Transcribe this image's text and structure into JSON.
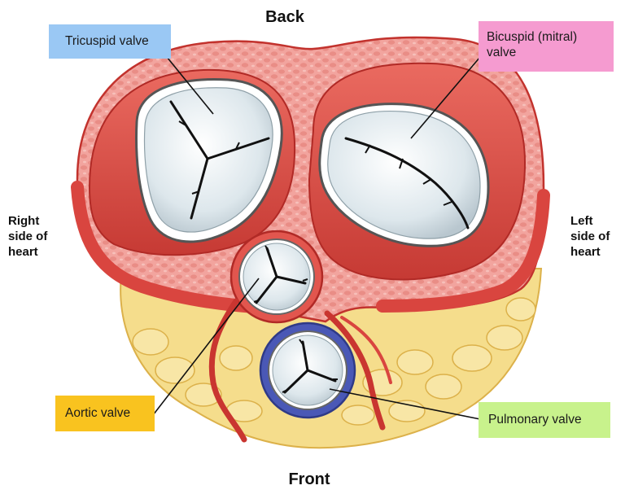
{
  "orientation": {
    "top": "Back",
    "bottom": "Front"
  },
  "sides": {
    "right_side": [
      "Right",
      "side of",
      "heart"
    ],
    "left_side": [
      "Left",
      "side of",
      "heart"
    ]
  },
  "labels": {
    "tricuspid": {
      "text": "Tricuspid valve",
      "color": "#9ac8f4"
    },
    "bicuspid": {
      "lines": [
        "Bicuspid (mitral)",
        "valve"
      ],
      "color": "#f59bd0"
    },
    "aortic": {
      "text": "Aortic valve",
      "color": "#f9c31f"
    },
    "pulmonary": {
      "text": "Pulmonary valve",
      "color": "#c8f28c"
    }
  },
  "colors": {
    "muscle": "#e2564e",
    "muscle_dark": "#bd2d2a",
    "muscle_light": "#f2a49e",
    "fat": "#f5dd8c",
    "fat_edge": "#dcb14a",
    "valve": "#e4ecf0",
    "pulmonary_ring": "#4a58b6"
  }
}
